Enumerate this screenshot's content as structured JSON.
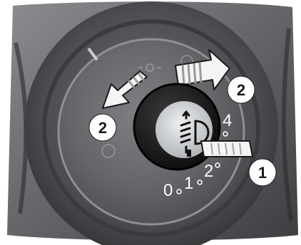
{
  "callouts": {
    "upper_arrow_number": "2",
    "left_arrow_number": "2",
    "thumbwheel_number": "1"
  },
  "scale": {
    "pos0": "0",
    "pos1": "1",
    "pos2": "2",
    "pos4": "4"
  },
  "icons": {
    "knob_symbol": "headlamp-range-icon",
    "faint_upper_symbol": "parking-light-icon",
    "faint_left_symbol": "auto-light-icon"
  },
  "colors": {
    "background": "#ffffff",
    "callout_fill": "#ffffff",
    "callout_text": "#1a1a1a",
    "arrow_stripe": "#dcdcdc"
  }
}
